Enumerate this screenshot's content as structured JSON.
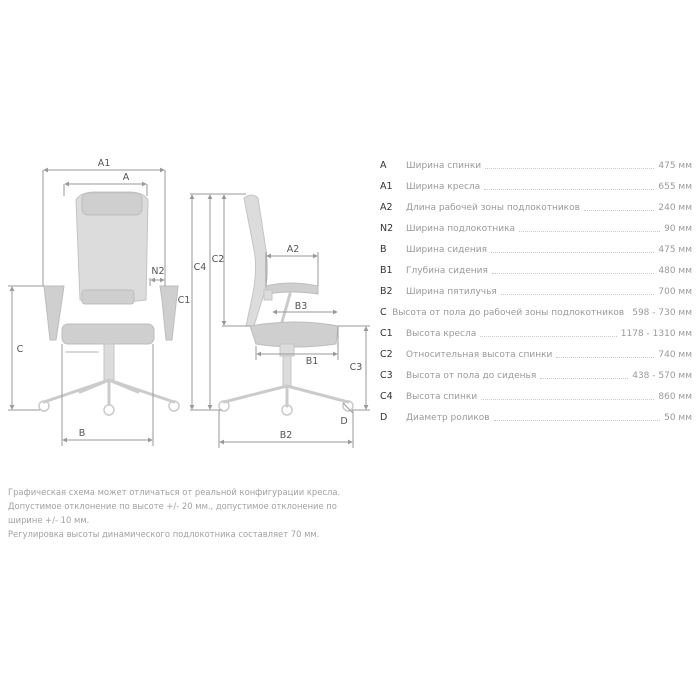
{
  "diagram": {
    "front_labels": {
      "A1": "A1",
      "A": "A",
      "N2": "N2",
      "C": "C",
      "B": "B"
    },
    "side_labels": {
      "C4": "C4",
      "C2": "C2",
      "C1": "C1",
      "A2": "A2",
      "B3": "B3",
      "B1": "B1",
      "C3": "C3",
      "D": "D",
      "B2": "B2"
    }
  },
  "specs": [
    {
      "code": "A",
      "name": "Ширина спинки",
      "value": "475 мм"
    },
    {
      "code": "A1",
      "name": "Ширина кресла",
      "value": "655 мм"
    },
    {
      "code": "A2",
      "name": "Длина рабочей зоны подлокотников",
      "value": "240 мм"
    },
    {
      "code": "N2",
      "name": "Ширина подлокотника",
      "value": "90 мм"
    },
    {
      "code": "B",
      "name": "Ширина сидения",
      "value": "475 мм"
    },
    {
      "code": "B1",
      "name": "Глубина сидения",
      "value": "480 мм"
    },
    {
      "code": "B2",
      "name": "Ширина пятилучья",
      "value": "700 мм"
    },
    {
      "code": "C",
      "name": "Высота от пола до рабочей зоны подлокотников",
      "value": "598 - 730 мм"
    },
    {
      "code": "C1",
      "name": "Высота кресла",
      "value": "1178 - 1310 мм"
    },
    {
      "code": "C2",
      "name": "Относительная высота спинки",
      "value": "740 мм"
    },
    {
      "code": "C3",
      "name": "Высота от пола до сиденья",
      "value": "438 - 570 мм"
    },
    {
      "code": "C4",
      "name": "Высота спинки",
      "value": "860 мм"
    },
    {
      "code": "D",
      "name": "Диаметр роликов",
      "value": "50 мм"
    }
  ],
  "notes": [
    "Графическая схема может отличаться от реальной конфигурации кресла.",
    "Допустимое отклонение по высоте +/- 20 мм., допустимое отклонение по ширине +/- 10 мм.",
    "Регулировка высоты динамического подлокотника составляет 70 мм."
  ]
}
